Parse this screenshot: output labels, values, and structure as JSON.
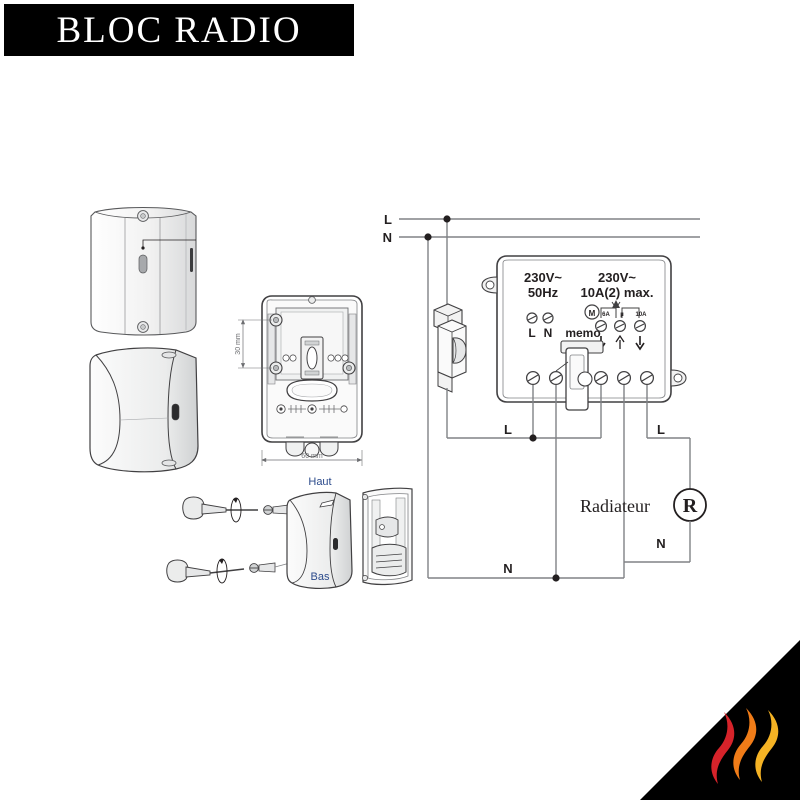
{
  "header": {
    "title": "BLOC RADIO"
  },
  "logo": {
    "name": "flame-logo",
    "flame_colors": [
      "#d6232a",
      "#f07c18",
      "#f5b324"
    ],
    "background": "#000000"
  },
  "diagram": {
    "type": "wiring-installation-diagram",
    "language": "fr",
    "module": {
      "name": "bloc-radio-module",
      "supply_spec_line1": "230V~",
      "supply_spec_line2": "50Hz",
      "load_spec_line1": "230V~",
      "load_spec_line2": "10A(2) max.",
      "input_terminals": [
        "L",
        "N"
      ],
      "memo_label": "memo",
      "motor_symbol": "M",
      "output_markings": [
        "6A",
        "µ",
        "10A"
      ],
      "output_arrows": [
        "down",
        "up",
        "down"
      ]
    },
    "breaker": {
      "name": "circuit-breaker"
    },
    "supply_lines": [
      {
        "label": "L",
        "position": "top"
      },
      {
        "label": "N",
        "position": "top"
      }
    ],
    "mid_labels": [
      {
        "label": "L",
        "position": "mid-left"
      },
      {
        "label": "L",
        "position": "mid-right"
      }
    ],
    "bottom_labels": [
      {
        "label": "N",
        "position": "bottom-center"
      },
      {
        "label": "N",
        "position": "right-of-radiator"
      }
    ],
    "load": {
      "label": "Radiateur",
      "symbol": "R"
    }
  },
  "product_views": {
    "top_view": {
      "name": "housing-top-view"
    },
    "perspective_view": {
      "name": "housing-perspective-view"
    },
    "backplate": {
      "name": "mounting-backplate",
      "dimension_vertical": "30 mm",
      "dimension_horizontal": "60 mm"
    },
    "assembly": {
      "name": "screw-assembly-exploded-view",
      "label_top": "Haut",
      "label_bottom": "Bas"
    }
  }
}
